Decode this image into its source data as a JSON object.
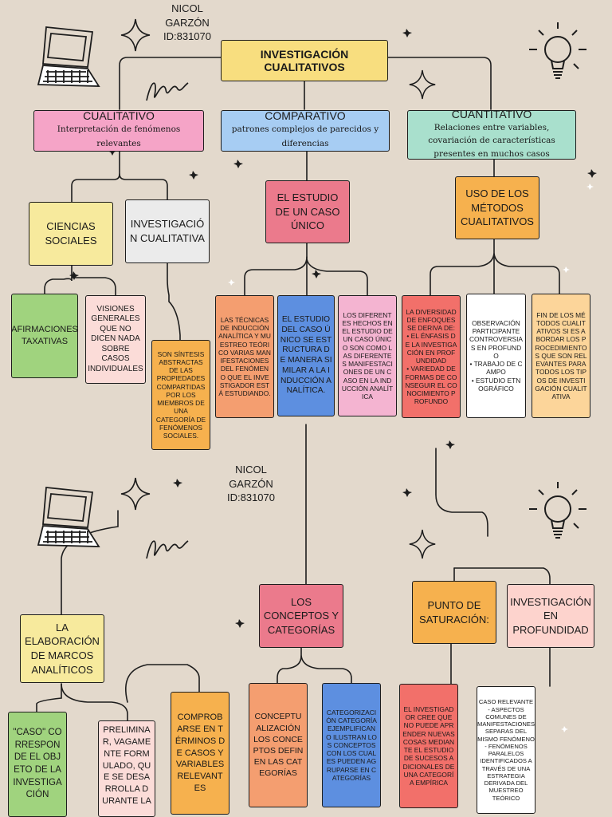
{
  "colors": {
    "background": "#e3d9cc",
    "stroke": "#1d1d1d"
  },
  "icons": [
    "laptop-icon",
    "sparkle-icon",
    "spiral-icon",
    "lightbulb-icon",
    "star-icon"
  ],
  "author": {
    "name": "NICOL GARZÓN",
    "id": "ID:831070"
  },
  "main_title": "INVESTIGACIÓN CUALITATIVOS",
  "branches": [
    {
      "title": "CUALITATIVO",
      "subtitle": "Interpretación de fenómenos relevantes"
    },
    {
      "title": "COMPARATIVO",
      "subtitle": "patrones complejos de parecidos y diferencias"
    },
    {
      "title": "CUANTITATIVO",
      "subtitle": "Relaciones entre variables, covariación de características presentes en muchos casos"
    }
  ],
  "cualitativo": {
    "ciencias_sociales": "CIENCIAS SOCIALES",
    "investigacion": "INVESTIGACIÓN CUALITATIVA",
    "afirmaciones": "AFIRMACIONES TAXATIVAS",
    "visiones": "VISIONES GENERALES QUE NO DICEN NADA SOBRE CASOS INDIVIDUALES",
    "sintesis": "SON SÍNTESIS ABSTRACTAS DE LAS PROPIEDADES COMPARTIDAS POR LOS MIEMBROS DE UNA CATEGORÍA DE FENÓMENOS SOCIALES."
  },
  "comparativo": {
    "estudio": "EL ESTUDIO DE UN CASO ÚNICO",
    "tecnicas": "LAS TÉCNICAS DE INDUCCIÓN ANALÍTICA Y MUESTREO TEÓRICO VARIAS MANIFESTACIONES DEL FENÓMENO QUE EL INVESTIGADOR ESTÁ ESTUDIANDO.",
    "estructura": "EL ESTUDIO DEL CASO ÚNICO SE ESTRUCTURA DE MANERA SIMILAR A LA INDUCCIÓN ANALÍTICA.",
    "hechos": "LOS DIFERENTES HECHOS EN EL ESTUDIO DE UN CASO ÚNICO SON COMO LAS DIFERENTES MANIFESTACIONES DE UN CASO EN LA INDUCCIÓN ANALÍTICA"
  },
  "cuantitativo": {
    "uso": "USO DE LOS MÉTODOS CUALITATIVOS",
    "diversidad": {
      "title": "LA DIVERSIDAD DE ENFOQUES SE DERIVA DE:",
      "items": [
        "EL ÉNFASIS DE LA INVESTIGACIÓN EN PROFUNDIDAD",
        "VARIEDAD DE FORMAS DE CONSEGUIR EL CONOCIMIENTO PROFUNDO"
      ]
    },
    "observacion": {
      "title": "OBSERVACIÓN PARTICIPANTE CONTROVERSIAS EN PROFUNDO",
      "items": [
        "TRABAJO DE CAMPO",
        "ESTUDIO ETNOGRÁFICO"
      ]
    },
    "fin": "FIN DE LOS MÉTODOS CUALITATIVOS SI ES ABORDAR LOS PROCEDIMIENTOS QUE SON RELEVANTES PARA TODOS LOS TIPOS DE INVESTIGACIÓN CUALITATIVA"
  },
  "bottom": {
    "marcos": "LA ELABORACIÓN DE MARCOS ANALÍTICOS",
    "caso": "\"CASO\" CORRESPONDE EL OBJETO DE LA INVESTIGACIÓN",
    "preliminar": "PRELIMINAR, VAGAMENTE FORMULADO, QUE SE DESARROLLA DURANTE LA",
    "comprobarse": "COMPROBARSE EN TÉRMINOS DE CASOS Y VARIABLES RELEVANTES",
    "conceptos": "LOS CONCEPTOS Y CATEGORÍAS",
    "conceptualizacion": "CONCEPTUALIZACIÓN LOS CONCEPTOS DEFINEN LAS CATEGORÍAS",
    "categorizacion": "CATEGORIZACIÓN CATEGORÍA EJEMPLIFICAN O ILUSTRAN LOS CONCEPTOS CON LOS CUALES PUEDEN AGRUPARSE EN CATEGORÍAS",
    "saturacion": "PUNTO DE SATURACIÓN:",
    "investigador": "EL INVESTIGADOR CREE QUE NO PUEDE APRENDER NUEVAS COSAS MEDIANTE EL ESTUDIO DE SUCESOS ADICIONALES DE UNA CATEGORÍA EMPÍRICA",
    "profundidad": "INVESTIGACIÓN EN PROFUNDIDAD",
    "caso_relevante": "CASO RELEVANTE - ASPECTOS COMUNES DE MANIFESTACIONES SEPARAS DEL MISMO FENÓMENO - FENÓMENOS PARALELOS IDENTIFICADOS A TRAVÉS DE UNA ESTRATEGIA DERIVADA DEL MUESTREO TEÓRICO"
  }
}
